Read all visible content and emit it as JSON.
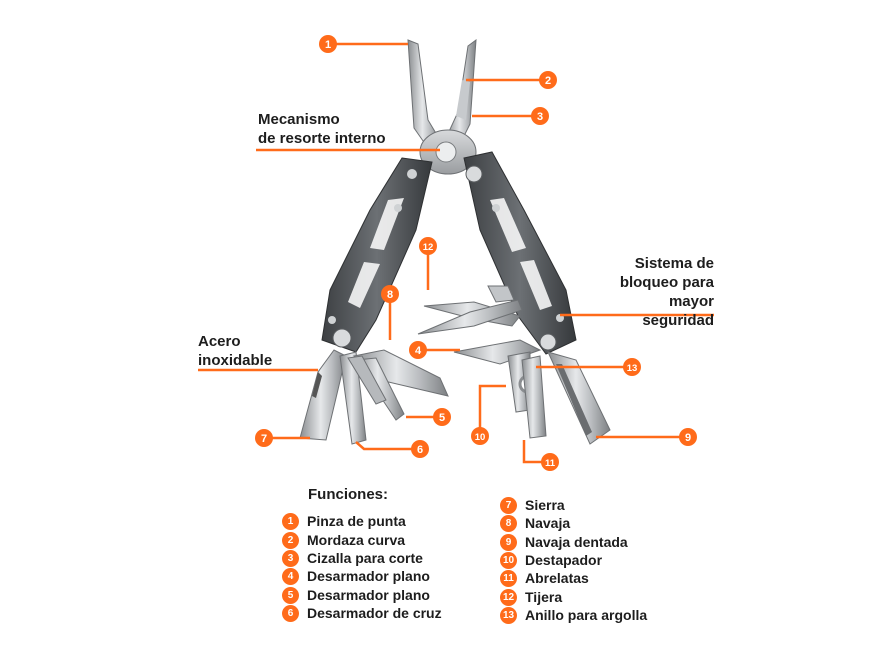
{
  "accent_color": "#ff6b1a",
  "callouts": {
    "spring": [
      "Mecanismo",
      "de resorte interno"
    ],
    "lock": [
      "Sistema de",
      "bloqueo para",
      "mayor seguridad"
    ],
    "steel": [
      "Acero",
      "inoxidable"
    ]
  },
  "markers": [
    "1",
    "2",
    "3",
    "4",
    "5",
    "6",
    "7",
    "8",
    "9",
    "10",
    "11",
    "12",
    "13"
  ],
  "legend": {
    "title": "Funciones:",
    "left": [
      {
        "num": "1",
        "label": "Pinza de punta"
      },
      {
        "num": "2",
        "label": "Mordaza curva"
      },
      {
        "num": "3",
        "label": "Cizalla para corte"
      },
      {
        "num": "4",
        "label": "Desarmador plano"
      },
      {
        "num": "5",
        "label": "Desarmador plano"
      },
      {
        "num": "6",
        "label": "Desarmador de cruz"
      }
    ],
    "right": [
      {
        "num": "7",
        "label": "Sierra"
      },
      {
        "num": "8",
        "label": "Navaja"
      },
      {
        "num": "9",
        "label": "Navaja dentada"
      },
      {
        "num": "10",
        "label": "Destapador"
      },
      {
        "num": "11",
        "label": "Abrelatas"
      },
      {
        "num": "12",
        "label": "Tijera"
      },
      {
        "num": "13",
        "label": "Anillo para argolla"
      }
    ]
  }
}
